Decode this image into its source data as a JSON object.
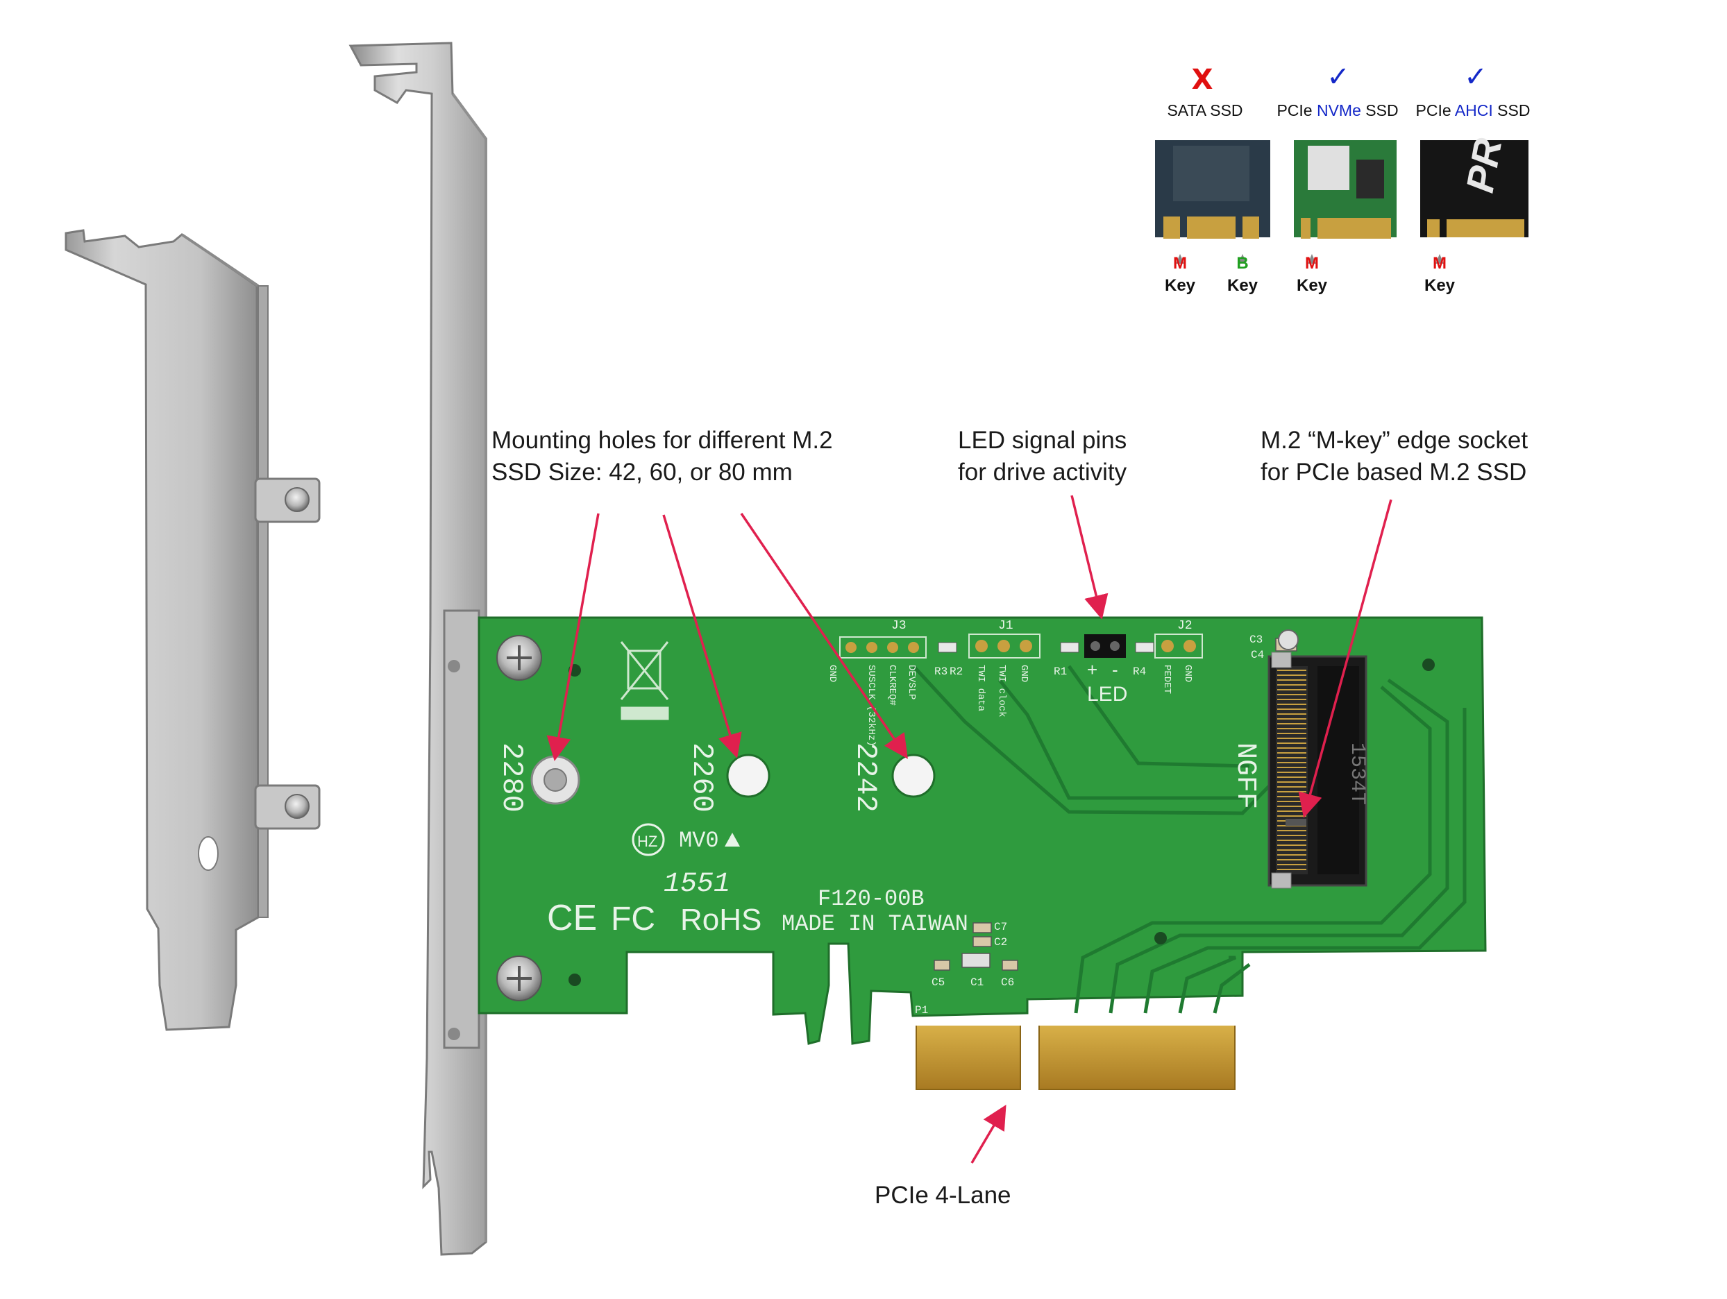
{
  "colors": {
    "pcb_green": "#2f9b3e",
    "arrow_red": "#e0204e",
    "bracket_silver": "#c9c9c9",
    "gold_finger": "#c8972e",
    "nvme_blue": "#1428c8",
    "cross_red": "#e01010",
    "key_green": "#20a020"
  },
  "annotations": {
    "mounting": {
      "line1": "Mounting holes for different M.2",
      "line2": "SSD Size: 42, 60, or 80 mm"
    },
    "led": {
      "line1": "LED signal pins",
      "line2": "for drive activity"
    },
    "socket": {
      "line1": "M.2 “M-key” edge socket",
      "line2": "for PCIe based M.2 SSD"
    },
    "pcie": {
      "label": "PCIe 4-Lane"
    }
  },
  "legend": {
    "sata": {
      "mark": "X",
      "label": "SATA SSD",
      "keys": [
        {
          "letter": "M",
          "word": "Key"
        },
        {
          "letter": "B",
          "word": "Key"
        }
      ]
    },
    "nvme": {
      "mark": "✓",
      "prefix": "PCIe ",
      "highlight": "NVMe",
      "suffix": " SSD",
      "keys": [
        {
          "letter": "M",
          "word": "Key"
        }
      ]
    },
    "ahci": {
      "mark": "✓",
      "prefix": "PCIe ",
      "highlight": "AHCI",
      "suffix": " SSD",
      "keys": [
        {
          "letter": "M",
          "word": "Key"
        }
      ]
    }
  },
  "board": {
    "size_2280": "2280",
    "size_2260": "2260",
    "size_2242": "2242",
    "model": "F120-00B",
    "origin": "MADE IN TAIWAN",
    "rohs": "RoHS",
    "ce": "CE",
    "fc": "FC",
    "hz": "HZ",
    "mv": "MV0",
    "date_code": "1551",
    "ngff": "NGFF",
    "led": "LED",
    "led_plus": "+",
    "led_minus": "-",
    "j1": "J1",
    "j2": "J2",
    "j3": "J3",
    "r1": "R1",
    "r2": "R2",
    "r3": "R3",
    "r4": "R4",
    "c1": "C1",
    "c2": "C2",
    "c3": "C3",
    "c4": "C4",
    "c5": "C5",
    "c6": "C6",
    "c7": "C7",
    "p1": "P1",
    "j3_pins": [
      "GND",
      "SUSCLK (32kHz)",
      "CLKREQ#",
      "DEVSLP"
    ],
    "j1_pins": [
      "TWI data",
      "TWI clock",
      "GND"
    ],
    "j2_pins": [
      "PEDET",
      "GND"
    ],
    "socket_code": "1534T"
  }
}
